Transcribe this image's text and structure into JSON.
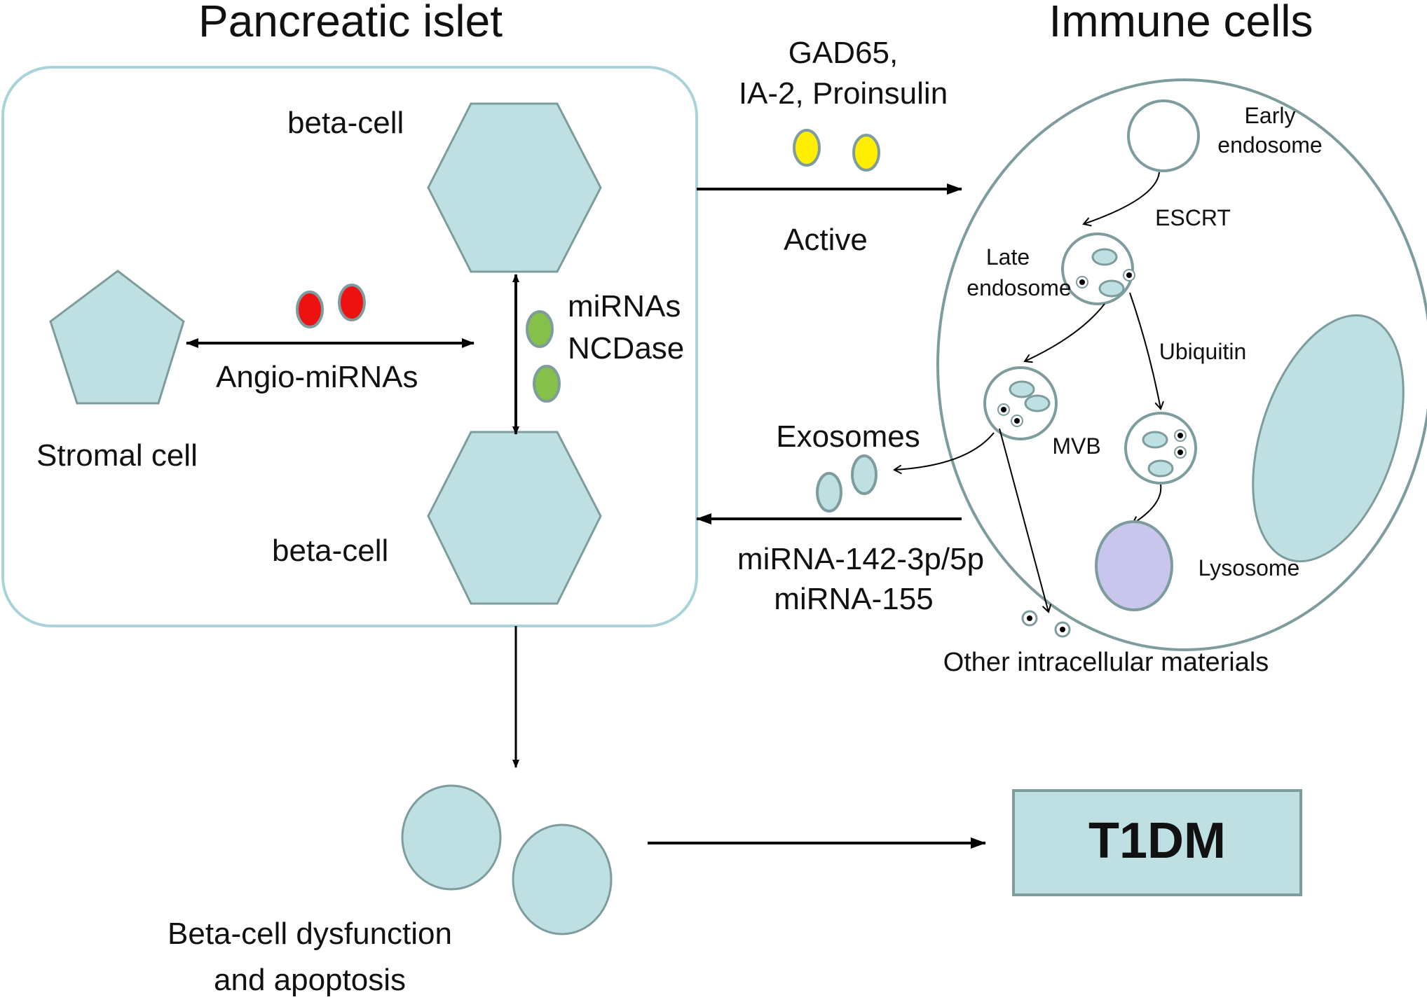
{
  "titles": {
    "islet": "Pancreatic islet",
    "immune": "Immune cells"
  },
  "islet": {
    "beta_cell_top": "beta-cell",
    "beta_cell_bottom": "beta-cell",
    "stromal_cell": "Stromal cell",
    "angio_mirnas": "Angio-miRNAs",
    "mirnas": "miRNAs",
    "ncdase": "NCDase"
  },
  "signals": {
    "autoantigens_line1": "GAD65,",
    "autoantigens_line2": "IA-2, Proinsulin",
    "active": "Active",
    "exosomes": "Exosomes",
    "mirna_line1": "miRNA-142-3p/5p",
    "mirna_line2": "miRNA-155"
  },
  "immune_cell": {
    "early_endosome_line1": "Early",
    "early_endosome_line2": "endosome",
    "escrt": "ESCRT",
    "late_endosome_line1": "Late",
    "late_endosome_line2": "endosome",
    "ubiquitin": "Ubiquitin",
    "mvb": "MVB",
    "lysosome": "Lysosome",
    "other_materials": "Other intracellular materials"
  },
  "outcome": {
    "dysfunction_line1": "Beta-cell dysfunction",
    "dysfunction_line2": "and apoptosis",
    "t1dm": "T1DM"
  },
  "colors": {
    "cell_fill": "#bfe0e2",
    "cell_stroke": "#7e9c9e",
    "islet_border": "#a9d3d9",
    "autoantigen": "#ffee00",
    "angio_mirna": "#ee1111",
    "mirna": "#84c04a",
    "lysosome": "#c8c6ec"
  }
}
